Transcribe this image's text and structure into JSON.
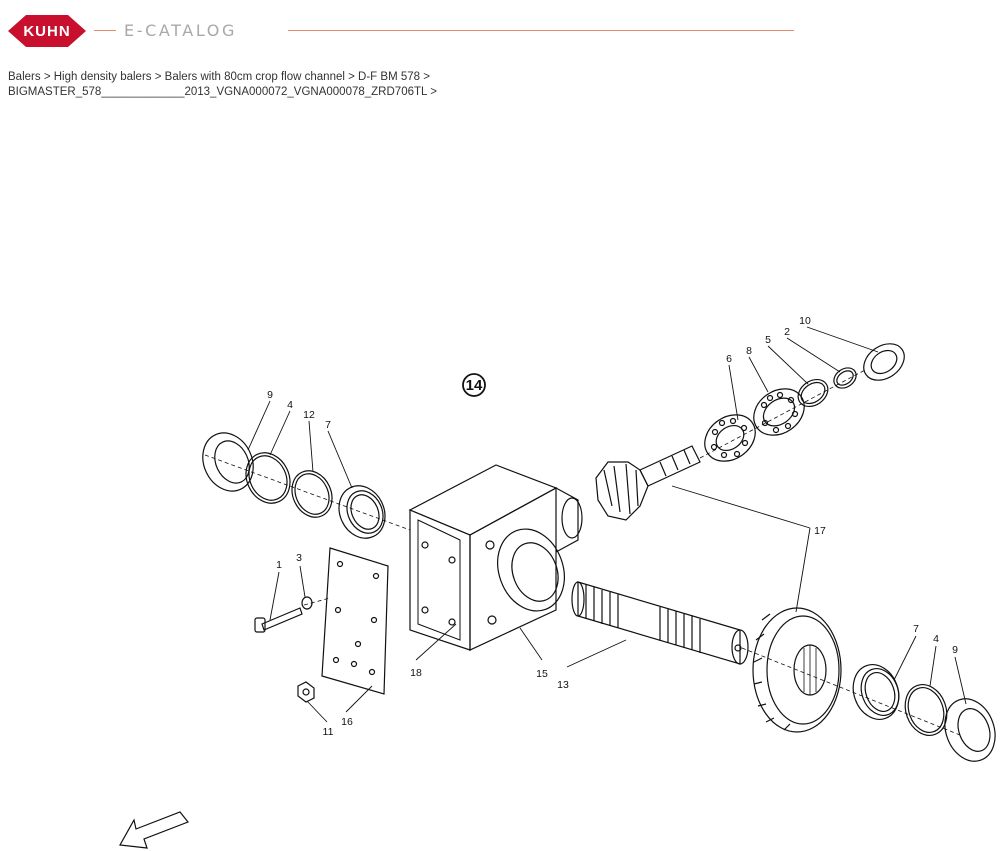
{
  "header": {
    "logo_text": "KUHN",
    "catalog_title": "E-CATALOG",
    "brand_color": "#c8102e",
    "accent_color": "#e48c6a"
  },
  "breadcrumb": {
    "items": [
      "Balers",
      "High density balers",
      "Balers with 80cm crop flow channel",
      "D-F BM 578",
      "BIGMASTER_578_____________2013_VGNA000072_VGNA000078_ZRD706TL"
    ],
    "separator": ">"
  },
  "diagram": {
    "assembly_number": "14",
    "callouts": {
      "c1": "1",
      "c2": "2",
      "c3": "3",
      "c4a": "4",
      "c4b": "4",
      "c5": "5",
      "c6": "6",
      "c7a": "7",
      "c7b": "7",
      "c8": "8",
      "c9a": "9",
      "c9b": "9",
      "c10": "10",
      "c11": "11",
      "c12": "12",
      "c13": "13",
      "c15": "15",
      "c16": "16",
      "c17": "17",
      "c18": "18"
    }
  }
}
